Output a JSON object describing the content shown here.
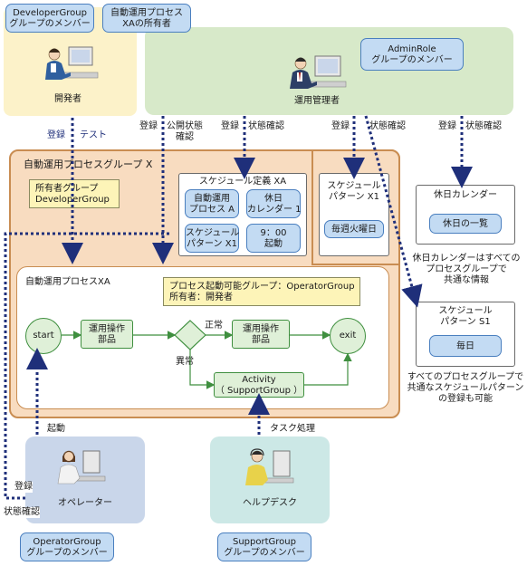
{
  "developer": {
    "bubble": [
      "DeveloperGroup",
      "グループのメンバー"
    ],
    "label": "開発者"
  },
  "owner_bubble": [
    "自動運用プロセス",
    "XAの所有者"
  ],
  "admin": {
    "bubble": [
      "AdminRole",
      "グループのメンバー"
    ],
    "label": "運用管理者"
  },
  "edge_labels": {
    "dev_register": "登録",
    "dev_test": "テスト",
    "admin_register1": "登録",
    "admin_publish_status": [
      "公開状態",
      "確認"
    ],
    "admin_register2": "登録",
    "admin_status2": "状態確認",
    "admin_register3": "登録",
    "admin_status3": "状態確認",
    "admin_register4": "登録",
    "admin_status4": "状態確認",
    "operator_start": "起動",
    "operator_register": "登録",
    "operator_status": "状態確認",
    "helpdesk_task": "タスク処理"
  },
  "group_x": {
    "title": "自動運用プロセスグループ X",
    "owner_box": [
      "所有者グループ",
      "DeveloperGroup"
    ],
    "schedule_def": {
      "title": "スケジュール定義 XA",
      "items": [
        [
          "自動運用",
          "プロセス A"
        ],
        [
          "休日",
          "カレンダー 1"
        ],
        [
          "スケジュール",
          "パターン X1"
        ],
        [
          "9：00",
          "起動"
        ]
      ]
    },
    "pattern_x1": {
      "title": [
        "スケジュール",
        "パターン X1"
      ],
      "item": "毎週火曜日"
    },
    "process_xa": {
      "title": "自動運用プロセスXA",
      "note": [
        "プロセス起動可能グループ：OperatorGroup",
        "所有者：開発者"
      ],
      "start": "start",
      "task1": [
        "運用操作",
        "部品"
      ],
      "normal": "正常",
      "abnormal": "異常",
      "task2": [
        "運用操作",
        "部品"
      ],
      "exit": "exit",
      "activity": [
        "Activity",
        "（ SupportGroup ）"
      ]
    }
  },
  "holiday_calendar": {
    "title": "休日カレンダー",
    "item": "休日の一覧",
    "caption": [
      "休日カレンダーはすべての",
      "プロセスグループで",
      "共通な情報"
    ]
  },
  "pattern_s1": {
    "title": [
      "スケジュール",
      "パターン S1"
    ],
    "item": "毎日",
    "caption": [
      "すべてのプロセスグループで",
      "共通なスケジュールパターン",
      "の登録も可能"
    ]
  },
  "operator": {
    "label": "オペレーター",
    "bubble": [
      "OperatorGroup",
      "グループのメンバー"
    ]
  },
  "helpdesk": {
    "label": "ヘルプデスク",
    "bubble": [
      "SupportGroup",
      "グループのメンバー"
    ]
  }
}
